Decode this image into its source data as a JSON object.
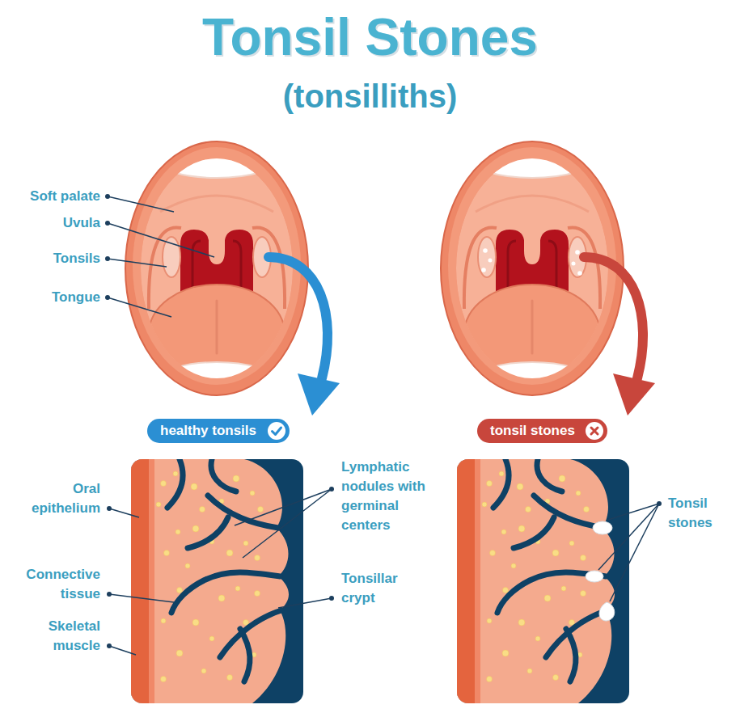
{
  "diagram": {
    "title": "Tonsil Stones",
    "nodes": [
      {
        "text": [
          "healthy tonsils"
        ]
      },
      {
        "text": [
          "tonsil stones"
        ]
      }
    ],
    "labels": [
      "(tonsilliths)",
      "Soft palate",
      "Uvula",
      "Tonsils",
      "Tongue",
      "Oral epithelium",
      "Connective tissue",
      "Skeletal muscle",
      "Lymphatic nodules with germinal centers",
      "Tonsillar crypt",
      "Tonsil stones"
    ]
  }
}
